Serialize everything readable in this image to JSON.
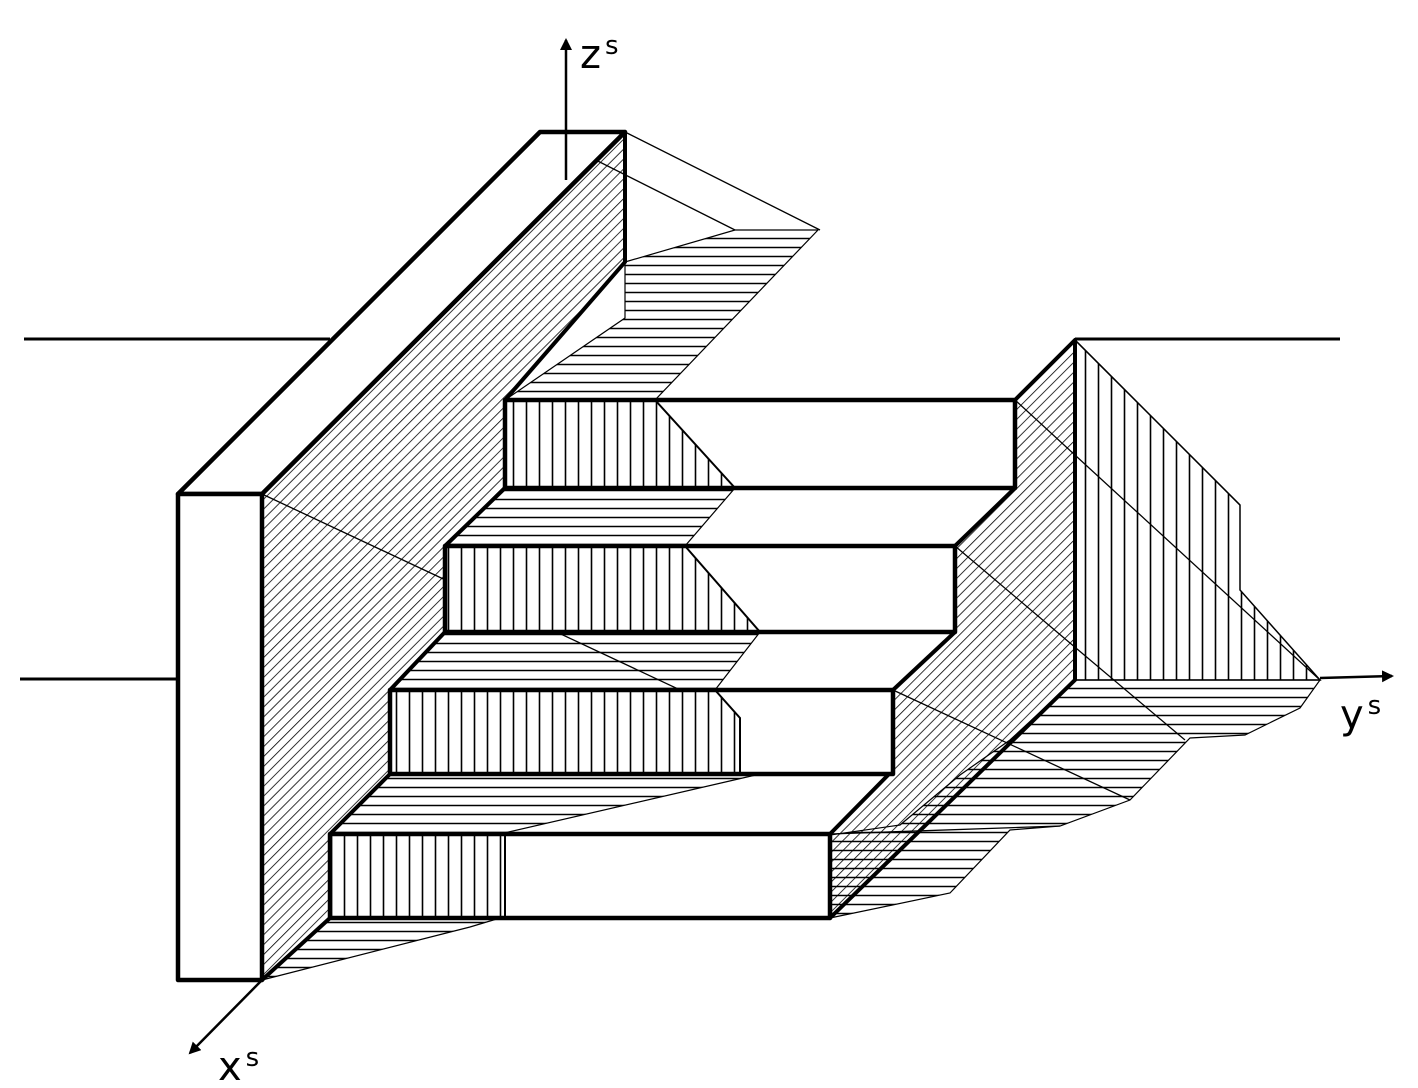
{
  "figure": {
    "type": "isometric-shadow-projection",
    "line_color": "#000000",
    "background": "#ffffff",
    "hatch_patterns": [
      "diagonal",
      "horizontal",
      "vertical"
    ]
  },
  "axes": {
    "z": {
      "label": "z",
      "superscript": "s"
    },
    "y": {
      "label": "y",
      "superscript": "s"
    },
    "x": {
      "label": "x",
      "superscript": "s"
    }
  }
}
